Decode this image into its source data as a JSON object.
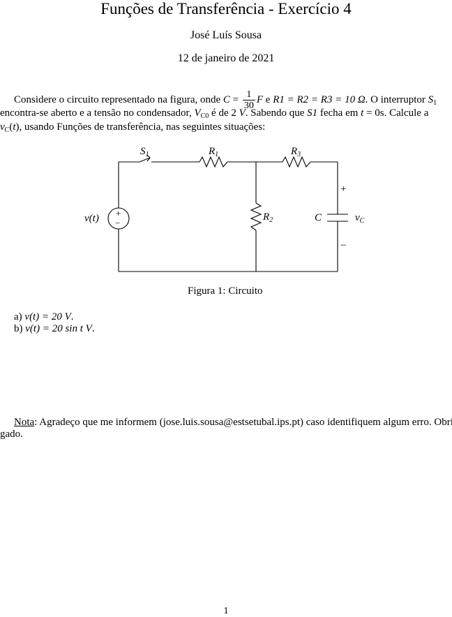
{
  "title": "Funções de Transferência - Exercício 4",
  "author": "José Luís Sousa",
  "date": "12 de janeiro de 2021",
  "intro": {
    "l1_a": "Considere o circuito representado na figura, onde ",
    "l1_c": "C",
    "l1_eq": " = ",
    "frac_num": "1",
    "frac_den": "30",
    "l1_f": "F",
    "l1_b": " e ",
    "l1_r": "R1 = R2 = R3 = 10 Ω",
    "l1_c2": ". O interruptor ",
    "l1_s": "S",
    "l1_s_sub": "1",
    "l2_a": "encontra-se aberto e a tensão no condensador, ",
    "l2_v": "V",
    "l2_v_sub": "C0",
    "l2_b": " é de 2 ",
    "l2_vv": "V",
    "l2_c": ". Sabendo que ",
    "l2_s": "S1",
    "l2_d": " fecha em ",
    "l2_t": "t",
    "l2_e": " = 0s. Calcule a",
    "l3_v": "v",
    "l3_v_sub": "C",
    "l3_a": "(",
    "l3_t": "t",
    "l3_b": "), usando Funções de transferência, nas seguintes situações:"
  },
  "circuit": {
    "switch_label": "S",
    "switch_sub": "1",
    "r1_label": "R",
    "r1_sub": "1",
    "r3_label": "R",
    "r3_sub": "3",
    "r2_label": "R",
    "r2_sub": "2",
    "source_label": "v(t)",
    "source_plus": "+",
    "source_minus": "−",
    "cap_label": "C",
    "vc_label": "v",
    "vc_sub": "C",
    "vc_plus": "+",
    "vc_minus": "−"
  },
  "caption": "Figura 1: Circuito",
  "items": [
    {
      "marker": "a)",
      "lhs": "v(t) = 20 ",
      "unit": "V",
      "tail": "."
    },
    {
      "marker": "b)",
      "lhs": "v(t) = 20 sin ",
      "var": "t",
      "unit": " V",
      "tail": "."
    }
  ],
  "note": {
    "label": "Nota",
    "text_1": ": Agradeço que me informem (jose.luis.sousa@estsetubal.ips.pt) caso identifiquem algum erro. Obri-",
    "text_2": "gado."
  },
  "page_number": "1"
}
